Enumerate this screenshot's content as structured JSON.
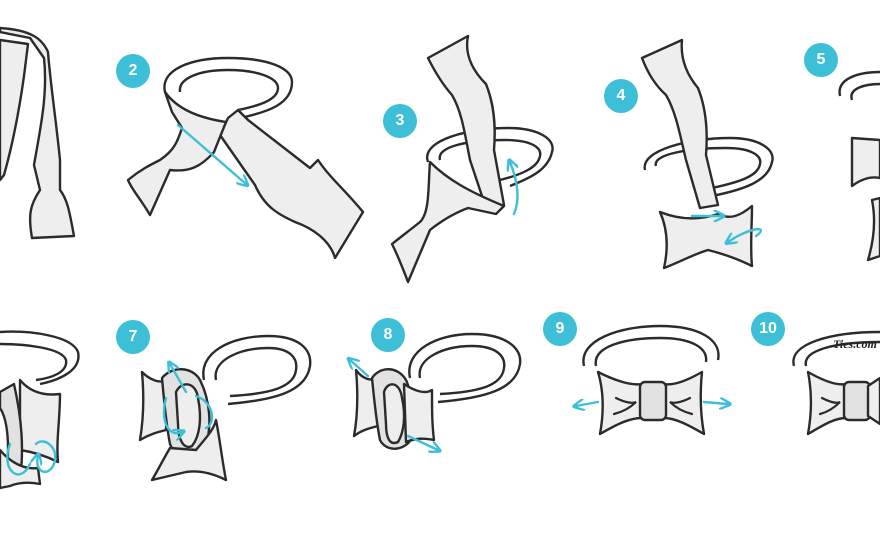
{
  "colors": {
    "accent": "#3ebfd8",
    "ink": "#2b2b2b",
    "fabric": "#eeeeee"
  },
  "steps": [
    {
      "number": ""
    },
    {
      "number": "2"
    },
    {
      "number": "3"
    },
    {
      "number": "4"
    },
    {
      "number": "5"
    },
    {
      "number": ""
    },
    {
      "number": "7"
    },
    {
      "number": "8"
    },
    {
      "number": "9"
    },
    {
      "number": "10"
    }
  ],
  "brand": {
    "text": "Ties.com"
  }
}
